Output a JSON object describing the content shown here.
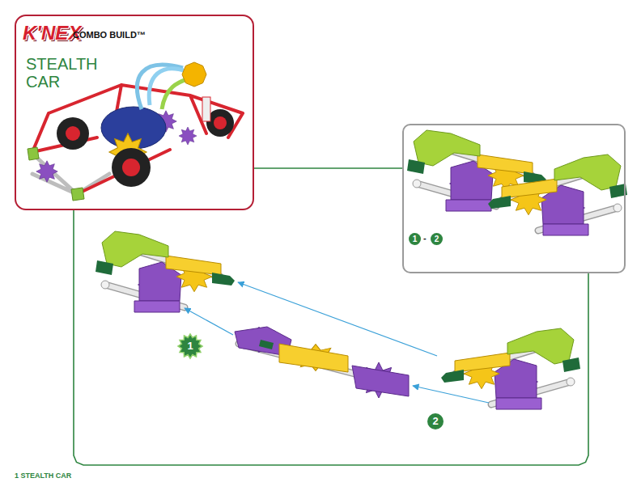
{
  "diagram": {
    "caption": "1 STEALTH CAR",
    "nodes": [
      {
        "text": [
          "K'NEX",
          "COMBO BUILD™",
          "STEALTH CAR"
        ]
      },
      {
        "text": [
          "1",
          "-",
          "2"
        ]
      }
    ],
    "edges": [
      {
        "from": 0,
        "to": 1,
        "arrow": "none"
      },
      {
        "from": 0,
        "to": 1,
        "arrow": "none"
      }
    ],
    "labels": [
      "1",
      "2"
    ]
  }
}
